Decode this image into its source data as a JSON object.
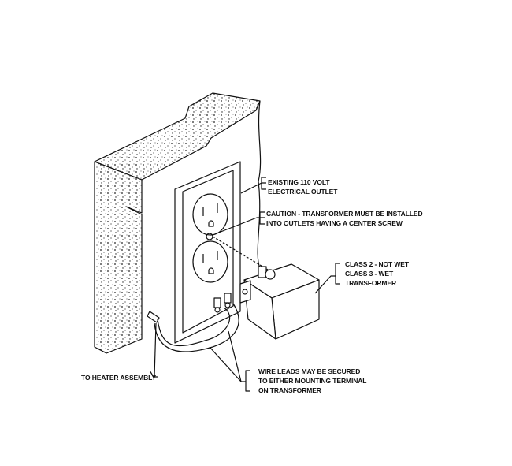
{
  "labels": {
    "outlet": [
      "EXISTING 110 VOLT",
      "ELECTRICAL OUTLET"
    ],
    "caution": [
      "CAUTION - TRANSFORMER MUST BE INSTALLED",
      "INTO OUTLETS HAVING A CENTER SCREW"
    ],
    "transformer": [
      "CLASS 2 - NOT WET",
      "CLASS 3 - WET",
      "TRANSFORMER"
    ],
    "heater": "TO HEATER ASSEMBLY",
    "wire_leads": [
      "WIRE LEADS MAY BE SECURED",
      "TO EITHER MOUNTING TERMINAL",
      "ON TRANSFORMER"
    ]
  }
}
